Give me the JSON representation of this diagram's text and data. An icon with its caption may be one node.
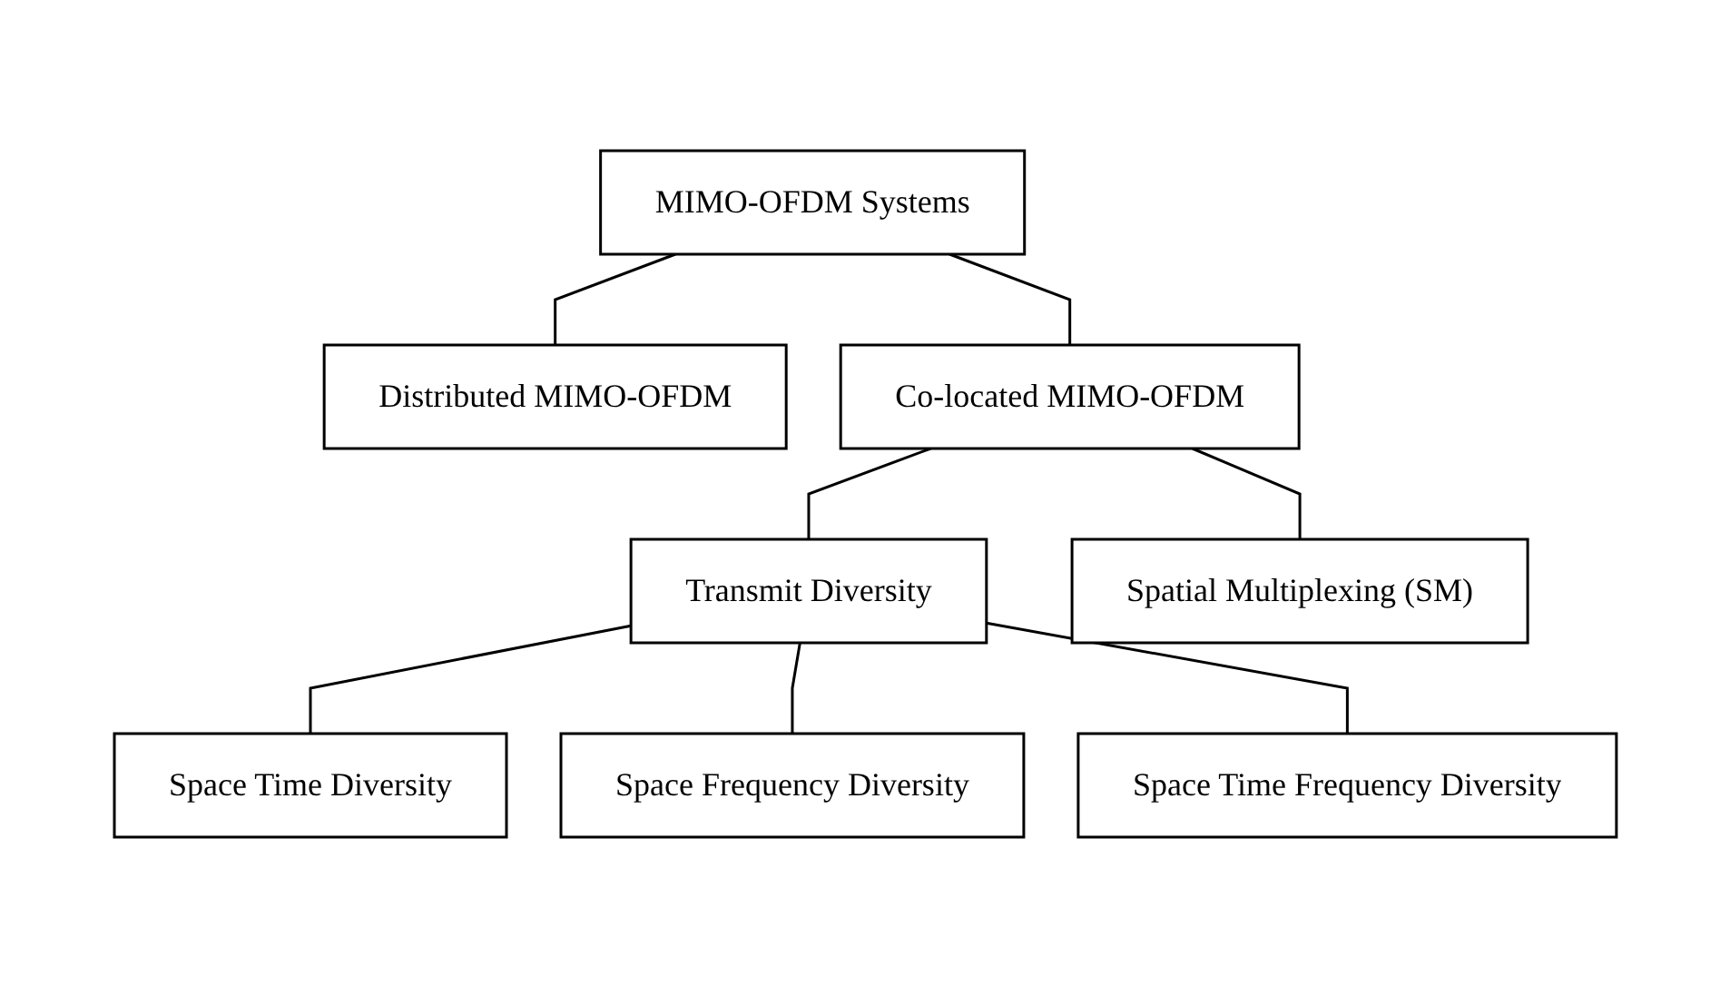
{
  "diagram": {
    "nodes": [
      {
        "text": [
          "MIMO-OFDM Systems"
        ]
      },
      {
        "text": [
          "Distributed MIMO-OFDM"
        ]
      },
      {
        "text": [
          "Co-located MIMO-OFDM"
        ]
      },
      {
        "text": [
          "Transmit Diversity"
        ]
      },
      {
        "text": [
          "Spatial Multiplexing (SM)"
        ]
      },
      {
        "text": [
          "Space Time Diversity"
        ]
      },
      {
        "text": [
          "Space Frequency Diversity"
        ]
      },
      {
        "text": [
          "Space Time Frequency Diversity"
        ]
      }
    ],
    "edges": [
      {
        "from": 0,
        "to": 1,
        "arrow": "none"
      },
      {
        "from": 0,
        "to": 2,
        "arrow": "none"
      },
      {
        "from": 2,
        "to": 3,
        "arrow": "none"
      },
      {
        "from": 2,
        "to": 4,
        "arrow": "none"
      },
      {
        "from": 3,
        "to": 5,
        "arrow": "none"
      },
      {
        "from": 3,
        "to": 6,
        "arrow": "none"
      },
      {
        "from": 3,
        "to": 7,
        "arrow": "none"
      }
    ]
  }
}
